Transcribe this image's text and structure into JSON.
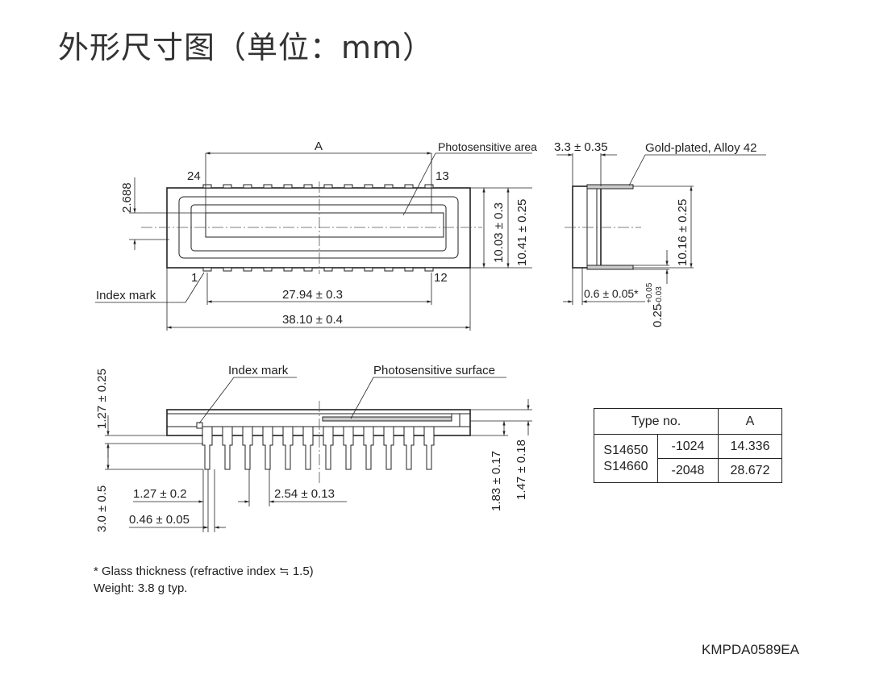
{
  "title": "外形尺寸图（单位：mm）",
  "labels": {
    "a_dim": "A",
    "photosensitive_area": "Photosensitive area",
    "pin_24": "24",
    "pin_13": "13",
    "pin_1": "1",
    "pin_12": "12",
    "index_mark_top": "Index mark",
    "dim_2688": "2.688",
    "dim_1003": "10.03 ± 0.3",
    "dim_1041": "10.41 ± 0.25",
    "dim_2794": "27.94 ± 0.3",
    "dim_3810": "38.10 ± 0.4",
    "dim_33": "3.3 ± 0.35",
    "gold_plated": "Gold-plated, Alloy 42",
    "dim_1016": "10.16 ± 0.25",
    "dim_06": "0.6 ± 0.05*",
    "dim_025": "0.25",
    "dim_025_plus": "+0.05",
    "dim_025_minus": "-0.03",
    "index_mark_bottom": "Index mark",
    "photosensitive_surface": "Photosensitive surface",
    "dim_127_025": "1.27 ± 0.25",
    "dim_30": "3.0 ± 0.5",
    "dim_127_02": "1.27 ± 0.2",
    "dim_046": "0.46 ± 0.05",
    "dim_254": "2.54 ± 0.13",
    "dim_183": "1.83 ± 0.17",
    "dim_147": "1.47 ± 0.18"
  },
  "table": {
    "header_type": "Type no.",
    "header_a": "A",
    "model_1": "S14650",
    "model_2": "S14660",
    "row1_suffix": "-1024",
    "row1_a": "14.336",
    "row2_suffix": "-2048",
    "row2_a": "28.672"
  },
  "notes": {
    "line1": "* Glass thickness (refractive index ≒ 1.5)",
    "line2": "Weight: 3.8 g typ."
  },
  "drawing_code": "KMPDA0589EA"
}
